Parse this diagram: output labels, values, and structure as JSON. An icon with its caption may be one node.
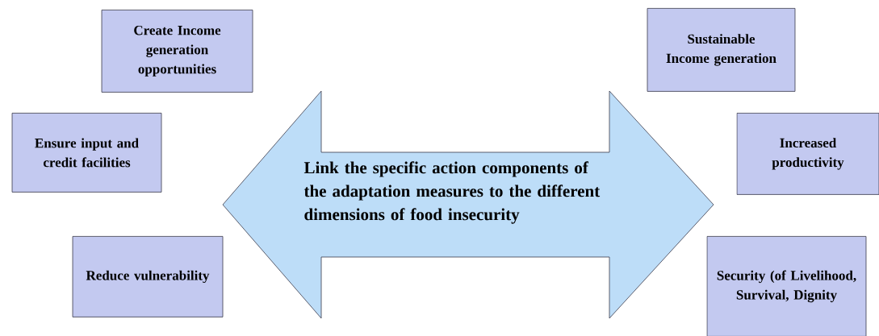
{
  "diagram": {
    "nodes": [
      {
        "text": [
          "Create Income generation opportunities"
        ]
      },
      {
        "text": [
          "Sustainable Income generation"
        ]
      },
      {
        "text": [
          "Ensure input and credit facilities"
        ]
      },
      {
        "text": [
          "Increased productivity"
        ]
      },
      {
        "text": [
          "Link the specific action components of the adaptation measures to the different dimensions of food insecurity"
        ]
      },
      {
        "text": [
          "Reduce vulnerability"
        ]
      },
      {
        "text": [
          "Security (of Livelihood, Survival, Dignity"
        ]
      }
    ]
  }
}
